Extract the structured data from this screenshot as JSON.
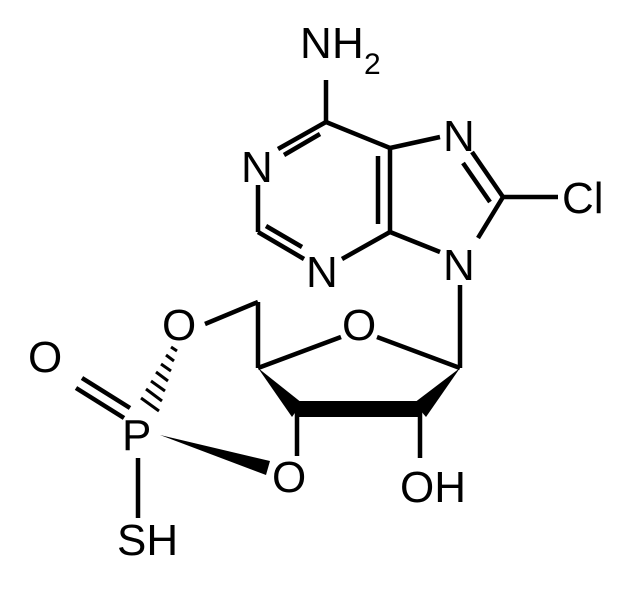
{
  "atoms": {
    "amine_n": "N",
    "amine_h": "H",
    "amine_sub": "2",
    "n1": "N",
    "n3": "N",
    "n7": "N",
    "n9": "N",
    "chlorine": "Cl",
    "ring_oxygen": "O",
    "o5_prime": "O",
    "o3_prime": "O",
    "phosphorus": "P",
    "oxo_oxygen": "O",
    "thiol": "SH",
    "hydroxyl": "OH"
  },
  "colors": {
    "ink": "#000000",
    "background": "#ffffff"
  }
}
